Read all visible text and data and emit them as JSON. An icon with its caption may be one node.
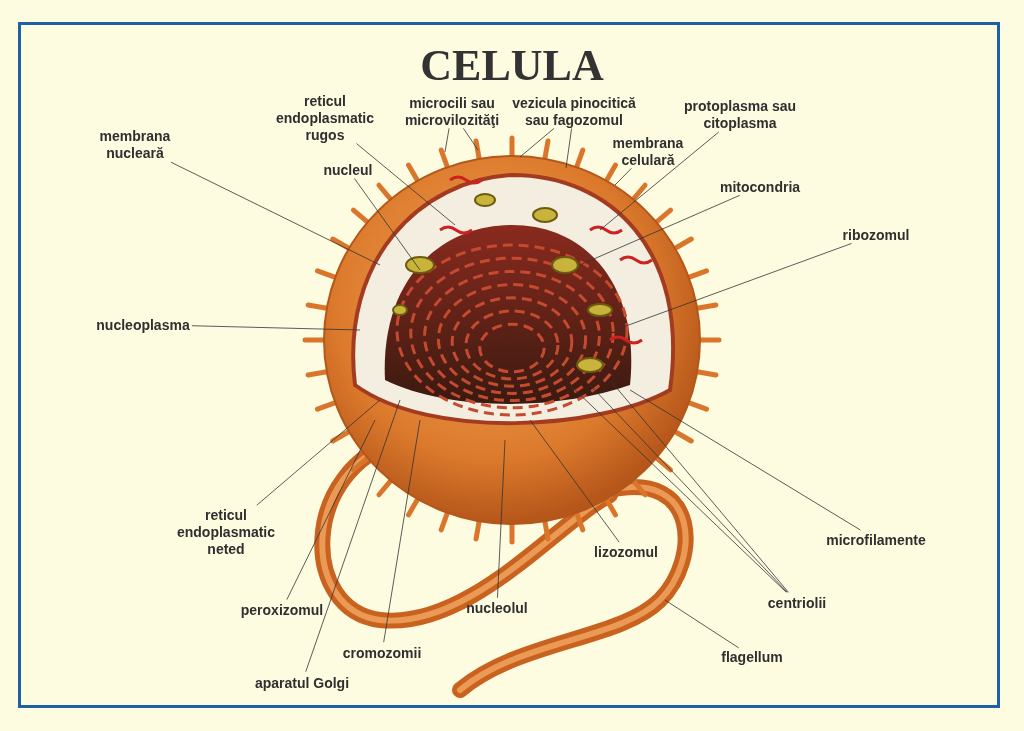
{
  "diagram": {
    "title": "CELULA",
    "nodes": [
      {
        "text": [
          "membrana nucleară"
        ]
      },
      {
        "text": [
          "reticul endoplasmatic rugos"
        ]
      },
      {
        "text": [
          "microcili sau microvilozităţi"
        ]
      },
      {
        "text": [
          "vezicula pinocitică sau fagozomul"
        ]
      },
      {
        "text": [
          "protoplasma sau citoplasma"
        ]
      },
      {
        "text": [
          "membrana celulară"
        ]
      },
      {
        "text": [
          "nucleul"
        ]
      },
      {
        "text": [
          "mitocondria"
        ]
      },
      {
        "text": [
          "ribozomul"
        ]
      },
      {
        "text": [
          "nucleoplasma"
        ]
      },
      {
        "text": [
          "reticul endoplasmatic neted"
        ]
      },
      {
        "text": [
          "microfilamente"
        ]
      },
      {
        "text": [
          "lizozomul"
        ]
      },
      {
        "text": [
          "centriolii"
        ]
      },
      {
        "text": [
          "peroxizomul"
        ]
      },
      {
        "text": [
          "nucleolul"
        ]
      },
      {
        "text": [
          "cromozomii"
        ]
      },
      {
        "text": [
          "flagellum"
        ]
      },
      {
        "text": [
          "aparatul Golgi"
        ]
      }
    ],
    "edges": [
      {
        "from": 0,
        "to": null,
        "arrow": "none"
      },
      {
        "from": 1,
        "to": null,
        "arrow": "none"
      },
      {
        "from": 2,
        "to": null,
        "arrow": "none"
      },
      {
        "from": 2,
        "to": null,
        "arrow": "none"
      },
      {
        "from": 3,
        "to": null,
        "arrow": "none"
      },
      {
        "from": 3,
        "to": null,
        "arrow": "none"
      },
      {
        "from": 4,
        "to": null,
        "arrow": "none"
      },
      {
        "from": 5,
        "to": null,
        "arrow": "none"
      },
      {
        "from": 6,
        "to": null,
        "arrow": "none"
      },
      {
        "from": 7,
        "to": null,
        "arrow": "none"
      },
      {
        "from": 8,
        "to": null,
        "arrow": "none"
      },
      {
        "from": 9,
        "to": null,
        "arrow": "none"
      },
      {
        "from": 10,
        "to": null,
        "arrow": "none"
      },
      {
        "from": 11,
        "to": null,
        "arrow": "none"
      },
      {
        "from": 12,
        "to": null,
        "arrow": "none"
      },
      {
        "from": 13,
        "to": null,
        "arrow": "none"
      },
      {
        "from": 13,
        "to": null,
        "arrow": "none"
      },
      {
        "from": 13,
        "to": null,
        "arrow": "none"
      },
      {
        "from": 14,
        "to": null,
        "arrow": "none"
      },
      {
        "from": 15,
        "to": null,
        "arrow": "none"
      },
      {
        "from": 16,
        "to": null,
        "arrow": "none"
      },
      {
        "from": 17,
        "to": null,
        "arrow": "none"
      },
      {
        "from": 18,
        "to": null,
        "arrow": "none"
      }
    ]
  }
}
